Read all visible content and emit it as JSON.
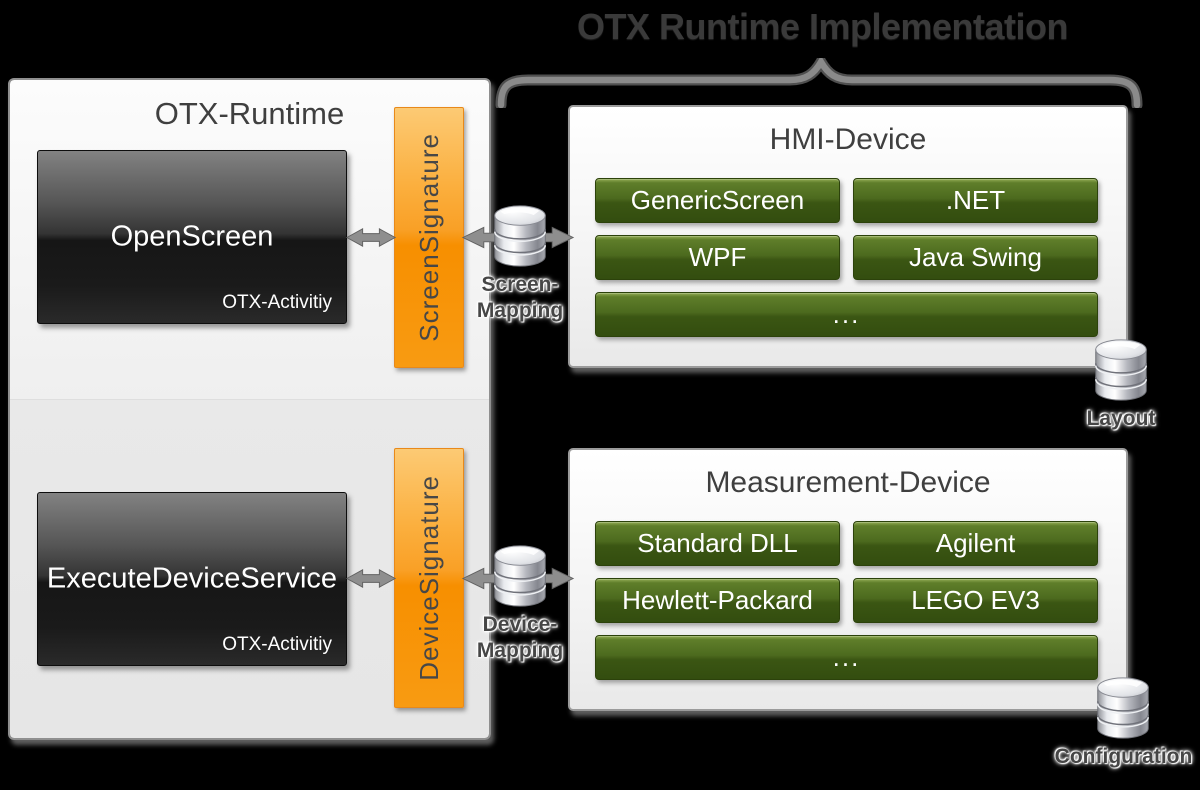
{
  "title": "OTX Runtime Implementation",
  "colors": {
    "accent_orange": "#F89B12",
    "accent_green": "#4C6A1E",
    "arrow_gray": "#8E8E8E",
    "heading_gray": "#3F3F3F"
  },
  "runtime_panel": {
    "title": "OTX-Runtime",
    "activities": [
      {
        "name": "OpenScreen",
        "type_label": "OTX-Activitiy"
      },
      {
        "name": "ExecuteDeviceService",
        "type_label": "OTX-Activitiy"
      }
    ],
    "signatures": [
      {
        "label": "ScreenSignature"
      },
      {
        "label": "DeviceSignature"
      }
    ]
  },
  "mappings": [
    {
      "line1": "Screen-",
      "line2": "Mapping"
    },
    {
      "line1": "Device-",
      "line2": "Mapping"
    }
  ],
  "device_panels": [
    {
      "title": "HMI-Device",
      "implementations": [
        "GenericScreen",
        ".NET",
        "WPF",
        "Java Swing",
        "..."
      ],
      "datastore": "Layout"
    },
    {
      "title": "Measurement-Device",
      "implementations": [
        "Standard DLL",
        "Agilent",
        "Hewlett-Packard",
        "LEGO EV3",
        "..."
      ],
      "datastore": "Configuration"
    }
  ]
}
